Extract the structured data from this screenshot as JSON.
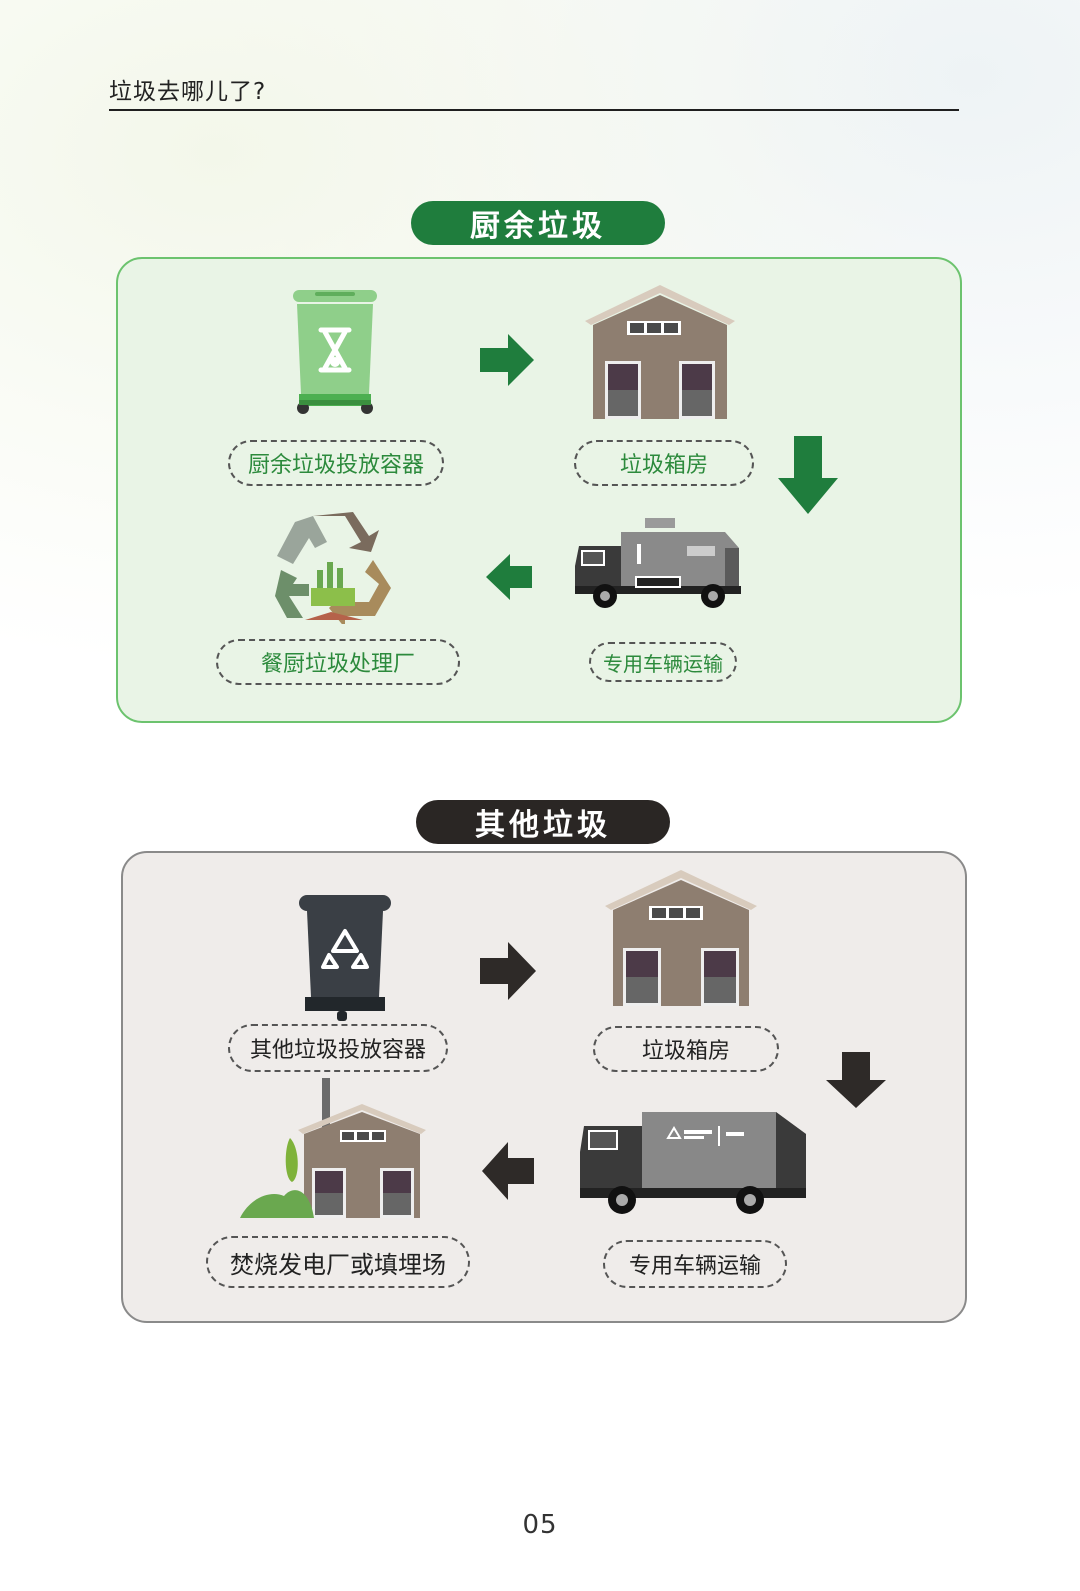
{
  "header": {
    "title": "垃圾去哪儿了?"
  },
  "sections": [
    {
      "title": "厨余垃圾",
      "steps": [
        {
          "label": "厨余垃圾投放容器"
        },
        {
          "label": "垃圾箱房"
        },
        {
          "label": "专用车辆运输"
        },
        {
          "label": "餐厨垃圾处理厂"
        }
      ]
    },
    {
      "title": "其他垃圾",
      "steps": [
        {
          "label": "其他垃圾投放容器"
        },
        {
          "label": "垃圾箱房"
        },
        {
          "label": "专用车辆运输"
        },
        {
          "label": "焚烧发电厂或填埋场"
        }
      ]
    }
  ],
  "page_number": "05",
  "colors": {
    "kitchen_accent": "#1f7d3d",
    "kitchen_panel": "#e9f4e6",
    "other_accent": "#2a2624",
    "other_panel": "#efecea"
  },
  "icons": [
    "green-bin-icon",
    "garbage-house-icon",
    "garbage-truck-icon",
    "recycle-plant-icon",
    "gray-bin-icon",
    "incinerator-icon",
    "arrow-right-icon",
    "arrow-down-icon",
    "arrow-left-icon"
  ]
}
